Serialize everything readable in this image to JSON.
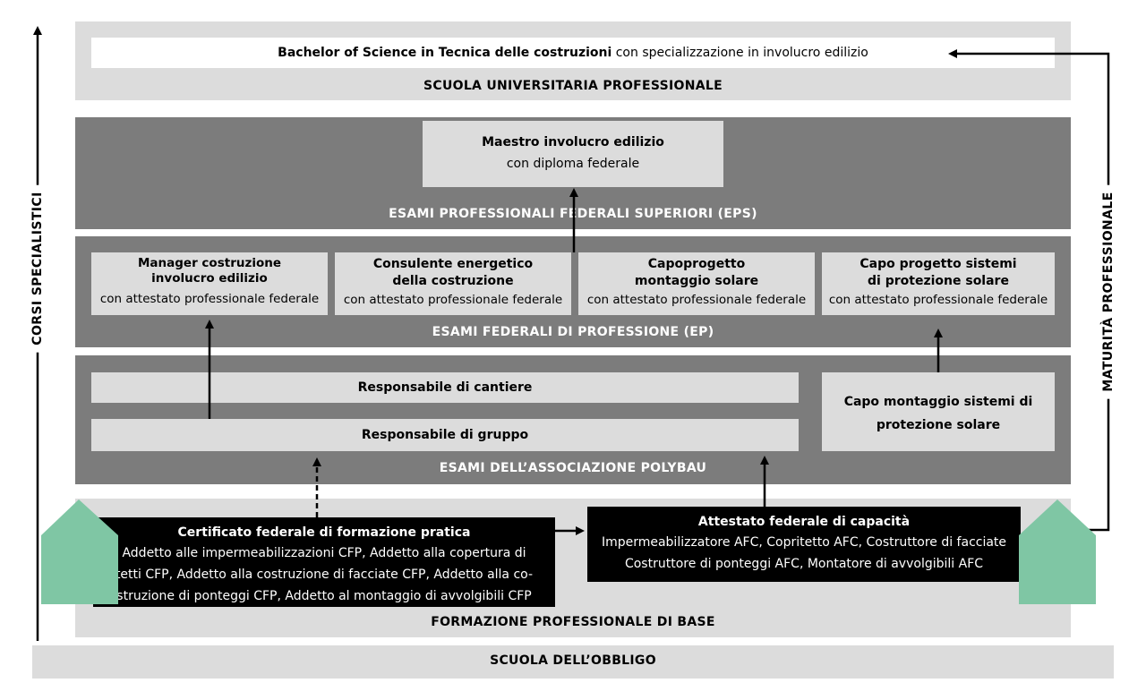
{
  "university": {
    "bachelor_bold": "Bachelor of Science in Tecnica delle costruzioni",
    "bachelor_rest": "con specializzazione in involucro edilizio",
    "label": "SCUOLA UNIVERSITARIA PROFESSIONALE"
  },
  "eps": {
    "title": "Maestro involucro edilizio",
    "subtitle": "con diploma federale",
    "label": "ESAMI PROFESSIONALI FEDERALI SUPERIORI (EPS)"
  },
  "ep": {
    "label": "ESAMI FEDERALI DI PROFESSIONE  (EP)",
    "boxes": [
      {
        "line1": "Manager costruzione",
        "line2": "involucro edilizio",
        "sub": "con attestato professionale federale"
      },
      {
        "line1": "Consulente energetico",
        "line2": "della costruzione",
        "sub": "con attestato professionale federale"
      },
      {
        "line1": "Capoprogetto",
        "line2": "montaggio solare",
        "sub": "con attestato professionale federale"
      },
      {
        "line1": "Capo progetto sistemi",
        "line2": "di protezione solare",
        "sub": "con attestato professionale federale"
      }
    ]
  },
  "polybau": {
    "label": "ESAMI DELL’ASSOCIAZIONE POLYBAU",
    "cantiere": "Responsabile di cantiere",
    "gruppo": "Responsabile di gruppo",
    "capo_line1": "Capo montaggio sistemi di",
    "capo_line2": "protezione solare"
  },
  "base": {
    "label": "FORMAZIONE PROFESSIONALE DI BASE",
    "cfp_title": "Certificato federale di formazione pratica",
    "cfp_lines": [
      "Addetto alle impermeabilizzazioni CFP,  Addetto alla copertura di",
      "tetti CFP,  Addetto alla costruzione di facciate CFP, Addetto alla co-",
      "struzione di ponteggi CFP,  Addetto al montaggio di avvolgibili CFP"
    ],
    "afc_title": "Attestato federale di capacità",
    "afc_lines": [
      "Impermeabilizzatore AFC, Copritetto AFC, Costruttore di facciate",
      "Costruttore di ponteggi AFC, Montatore di avvolgibili AFC"
    ]
  },
  "obbligo": {
    "label": "SCUOLA DELL’OBBLIGO"
  },
  "side": {
    "left": "CORSI SPECIALISTICI",
    "right": "MATURITÀ PROFESSIONALE"
  },
  "colors": {
    "light_band": "#dcdcdc",
    "dark_band": "#7c7c7c",
    "house": "#7fc6a4",
    "black_box": "#000000"
  }
}
